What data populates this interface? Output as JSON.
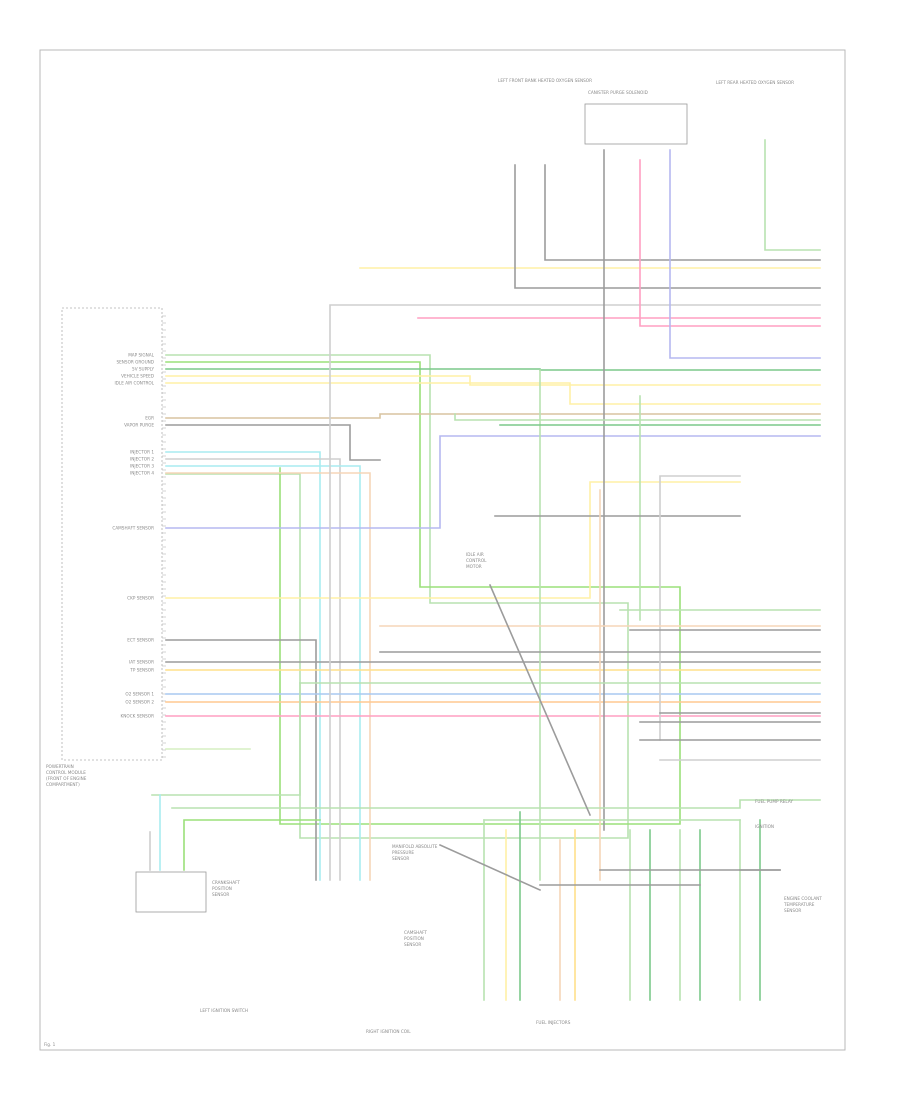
{
  "diagram": {
    "footer_code": "Fig. 1",
    "pcm_label": [
      "POWERTRAIN",
      "CONTROL MODULE",
      "(FRONT OF ENGINE",
      "COMPARTMENT)"
    ],
    "pcm_pins": [
      "MAP SIGNAL",
      "SENSOR GROUND",
      "5V SUPPLY",
      "VEHICLE SPEED",
      "IDLE AIR CONTROL",
      "EGR",
      "VAPOR PURGE",
      "INJECTOR 1",
      "INJECTOR 2",
      "INJECTOR 3",
      "INJECTOR 4",
      "CAMSHAFT SENSOR",
      "CKP SENSOR",
      "ECT SENSOR",
      "IAT SENSOR",
      "TP SENSOR",
      "O2 SENSOR 1",
      "O2 SENSOR 2",
      "KNOCK SENSOR"
    ],
    "top_components": [
      "LEFT FRONT BANK HEATED OXYGEN SENSOR",
      "CANISTER PURGE SOLENOID",
      "LEFT REAR HEATED OXYGEN SENSOR"
    ],
    "center_label": [
      "IDLE AIR",
      "CONTROL",
      "MOTOR"
    ],
    "right_labels": [
      "IGNITION",
      "FUEL PUMP RELAY"
    ],
    "right_component": [
      "ENGINE COOLANT",
      "TEMPERATURE",
      "SENSOR"
    ],
    "lower_left_component": [
      "CRANKSHAFT",
      "POSITION",
      "SENSOR"
    ],
    "lower_left_switch": "LEFT IGNITION SWITCH",
    "lower_mid_component": [
      "CAMSHAFT",
      "POSITION",
      "SENSOR"
    ],
    "lower_mid_label": "RIGHT IGNITION COIL",
    "injector_label": "FUEL INJECTORS",
    "mid_labels": [
      "MANIFOLD ABSOLUTE",
      "PRESSURE",
      "SENSOR"
    ]
  }
}
